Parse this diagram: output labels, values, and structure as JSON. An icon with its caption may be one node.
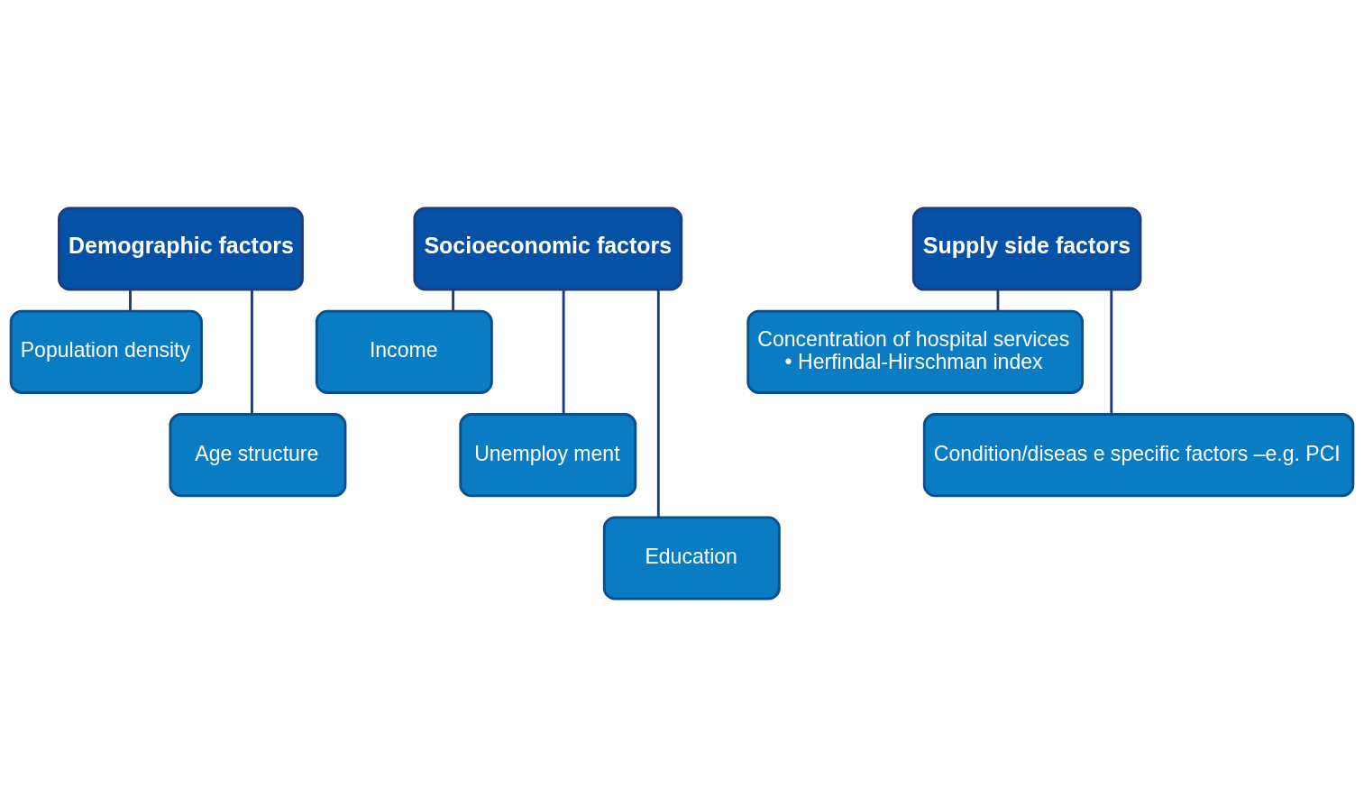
{
  "diagram": {
    "nodes": [
      {
        "text": [
          "Demographic factors"
        ]
      },
      {
        "text": [
          "Population density"
        ]
      },
      {
        "text": [
          "Age structure"
        ]
      },
      {
        "text": [
          "Socioeconomic factors"
        ]
      },
      {
        "text": [
          "Income"
        ]
      },
      {
        "text": [
          "Unemploy ment"
        ]
      },
      {
        "text": [
          "Education"
        ]
      },
      {
        "text": [
          "Supply side factors"
        ]
      },
      {
        "text": [
          "Concentration of hospital services",
          "• Herfindal-Hirschman index"
        ]
      },
      {
        "text": [
          "Condition/diseas e specific factors –e.g. PCI"
        ]
      }
    ],
    "edges": [
      {
        "from": 0,
        "to": 1,
        "arrow": "none"
      },
      {
        "from": 0,
        "to": 2,
        "arrow": "none"
      },
      {
        "from": 3,
        "to": 4,
        "arrow": "none"
      },
      {
        "from": 3,
        "to": 5,
        "arrow": "none"
      },
      {
        "from": 3,
        "to": 6,
        "arrow": "none"
      },
      {
        "from": 7,
        "to": 8,
        "arrow": "none"
      },
      {
        "from": 7,
        "to": 9,
        "arrow": "none"
      }
    ]
  }
}
